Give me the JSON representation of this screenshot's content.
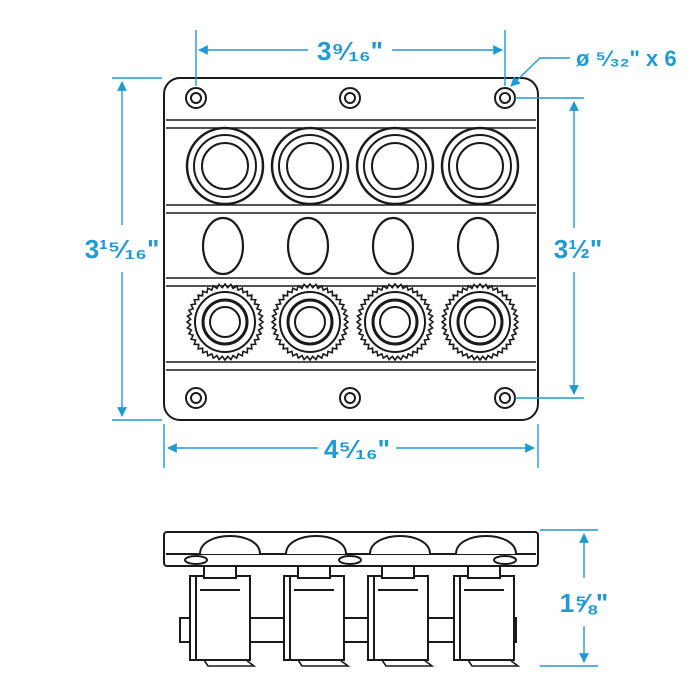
{
  "colors": {
    "dimension": "#1e9ad6",
    "line_art": "#1a1a1a",
    "background": "#ffffff"
  },
  "dimensions": {
    "hole_spacing": "3⁹⁄₁₆\"",
    "hole_diameter": "ø ⁵⁄₃₂\" x 6",
    "overall_height": "3¹⁵⁄₁₆\"",
    "hole_spacing_vertical": "3½\"",
    "overall_width": "4⁵⁄₁₆\"",
    "depth": "1⅝\""
  },
  "panel": {
    "switch_count": 4,
    "mounting_holes": 6
  }
}
